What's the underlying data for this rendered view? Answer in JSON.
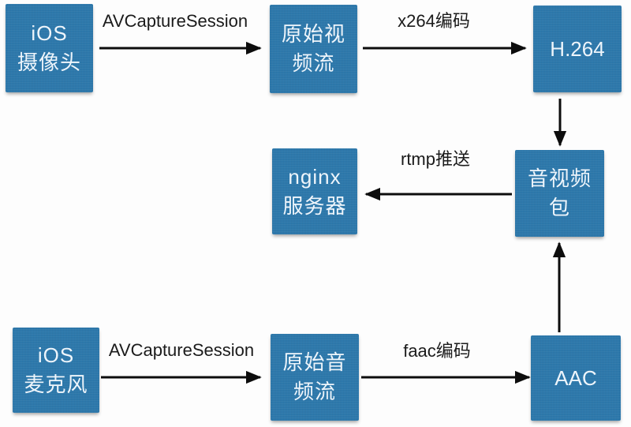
{
  "diagram": {
    "title": "iOS live streaming pipeline flow diagram",
    "nodes": {
      "ios_camera": {
        "line1": "iOS",
        "line2": "摄像头"
      },
      "raw_video": {
        "line1": "原始视",
        "line2": "频流"
      },
      "h264": {
        "line1": "H.264"
      },
      "nginx_server": {
        "line1": "nginx",
        "line2": "服务器"
      },
      "av_packet": {
        "line1": "音视频",
        "line2": "包"
      },
      "ios_mic": {
        "line1": "iOS",
        "line2": "麦克风"
      },
      "raw_audio": {
        "line1": "原始音",
        "line2": "频流"
      },
      "aac": {
        "line1": "AAC"
      }
    },
    "edge_labels": {
      "video_capture": "AVCaptureSession",
      "video_encode": "x264编码",
      "rtmp_push": "rtmp推送",
      "audio_capture": "AVCaptureSession",
      "audio_encode": "faac编码"
    },
    "colors": {
      "node_fill": "#2e7aae",
      "node_text": "#eef5fb",
      "arrow": "#0d0d0d",
      "label_text": "#1b1b1b",
      "background": "#fdfdfd"
    }
  }
}
